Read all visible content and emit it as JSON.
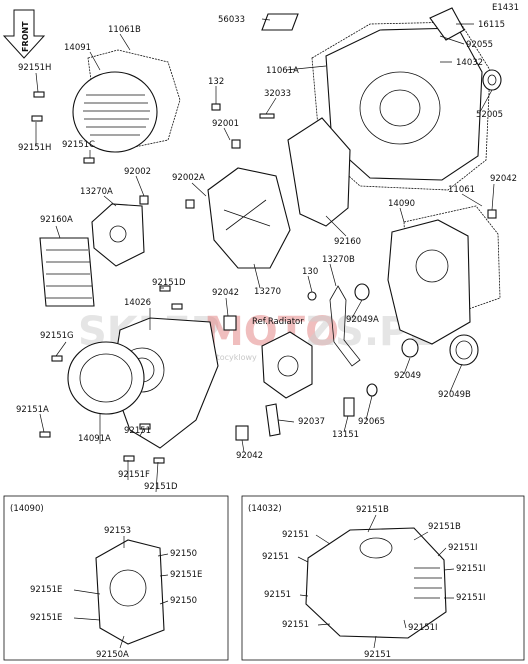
{
  "header": {
    "ref_code": "E1431",
    "front_label": "FRONT"
  },
  "watermark": {
    "brand_dark": "SKLEP",
    "brand_red": "MOTO",
    "brand_dark2": "ZS.PL",
    "tagline": "internetowy sklep motocyklowy"
  },
  "reference_text": "Ref.Radiator",
  "part_labels": [
    "11061B",
    "14091",
    "92151H",
    "92151H",
    "92151C",
    "92002",
    "13270A",
    "92160A",
    "92151D",
    "14026",
    "92151G",
    "92151A",
    "14091A",
    "92151",
    "92151F",
    "92151D",
    "92042",
    "92042",
    "56033",
    "11061A",
    "132",
    "32033",
    "92001",
    "92002A",
    "13270",
    "92160",
    "16115",
    "92055",
    "14032",
    "52005",
    "11061",
    "92042",
    "14090",
    "13270B",
    "130",
    "92049A",
    "92049",
    "92049B",
    "92037",
    "13151",
    "92065"
  ],
  "inset_left": {
    "title": "(14090)",
    "labels": [
      "92153",
      "92150",
      "92151E",
      "92151E",
      "92150",
      "92151E",
      "92150A"
    ]
  },
  "inset_right": {
    "title": "(14032)",
    "labels": [
      "92151B",
      "92151",
      "92151B",
      "92151",
      "92151I",
      "92151I",
      "92151",
      "92151I",
      "92151",
      "92151I",
      "92151"
    ]
  }
}
